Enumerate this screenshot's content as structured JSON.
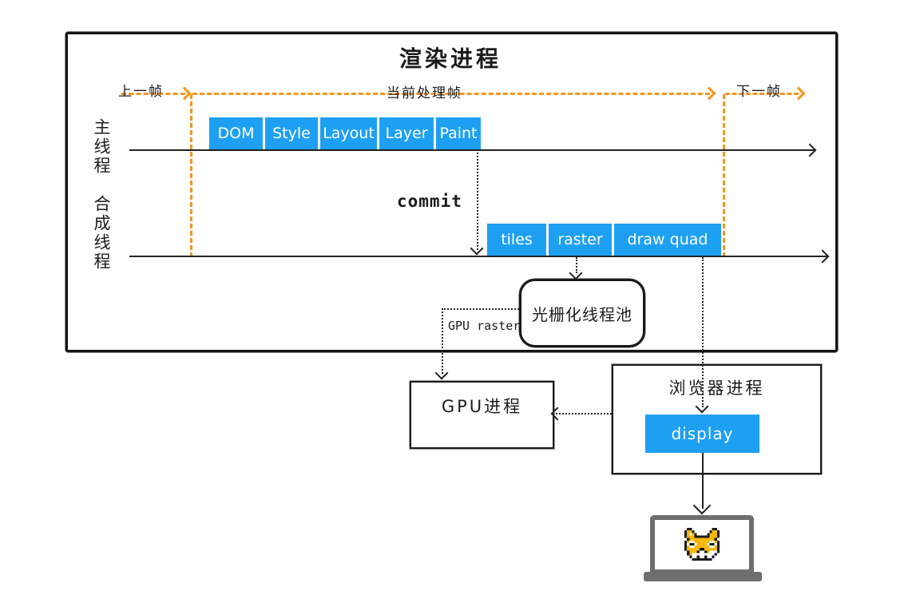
{
  "diagram": {
    "renderer": {
      "title": "渲染进程",
      "frames": {
        "prev": "上一帧",
        "current": "当前处理帧",
        "next": "下一帧"
      },
      "main_thread": {
        "label": "主线程",
        "stages": [
          "DOM",
          "Style",
          "Layout",
          "Layer",
          "Paint"
        ]
      },
      "commit_label": "commit",
      "compositor_thread": {
        "label": "合成线程",
        "stages": [
          "tiles",
          "raster",
          "draw quad"
        ]
      },
      "raster_pool_label": "光栅化线程池",
      "gpu_raster_label": "GPU raster"
    },
    "gpu_process_label": "GPU进程",
    "browser_process": {
      "title": "浏览器进程",
      "display_label": "display"
    },
    "laptop": {
      "screen_icon": "doge-pixel-icon"
    }
  },
  "colors": {
    "stage_blue": "#1EA0F2",
    "frame_orange": "#F7941D",
    "ink": "#1C1C1C",
    "laptop_gray": "#6E6E6E",
    "doge_gold": "#F5B80C"
  }
}
